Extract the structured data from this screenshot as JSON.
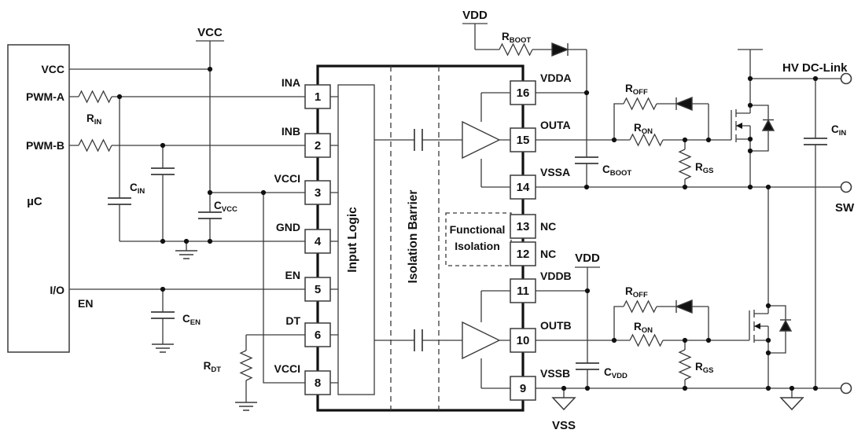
{
  "mcu": {
    "label": "µC",
    "pin_vcc": "VCC",
    "pin_pwma": "PWM-A",
    "pin_pwmb": "PWM-B",
    "pin_io": "I/O",
    "en_net": "EN"
  },
  "supplies": {
    "vcc": "VCC",
    "vdd_top": "VDD",
    "vdd_bottom": "VDD",
    "vss": "VSS"
  },
  "terminals": {
    "hv_dc_link": "HV DC-Link",
    "sw": "SW"
  },
  "ic": {
    "input_logic": "Input Logic",
    "isolation_barrier": "Isolation Barrier",
    "functional_isolation_line1": "Functional",
    "functional_isolation_line2": "Isolation",
    "left_pins": [
      {
        "num": "1",
        "name": "INA"
      },
      {
        "num": "2",
        "name": "INB"
      },
      {
        "num": "3",
        "name": "VCCI"
      },
      {
        "num": "4",
        "name": "GND"
      },
      {
        "num": "5",
        "name": "EN"
      },
      {
        "num": "6",
        "name": "DT"
      },
      {
        "num": "8",
        "name": "VCCI"
      }
    ],
    "right_pins": [
      {
        "num": "16",
        "name": "VDDA"
      },
      {
        "num": "15",
        "name": "OUTA"
      },
      {
        "num": "14",
        "name": "VSSA"
      },
      {
        "num": "13",
        "name": "NC"
      },
      {
        "num": "12",
        "name": "NC"
      },
      {
        "num": "11",
        "name": "VDDB"
      },
      {
        "num": "10",
        "name": "OUTB"
      },
      {
        "num": "9",
        "name": "VSSB"
      }
    ]
  },
  "components": {
    "r_in": {
      "prefix": "R",
      "sub": "IN"
    },
    "c_in_left": {
      "prefix": "C",
      "sub": "IN"
    },
    "c_vcc": {
      "prefix": "C",
      "sub": "VCC"
    },
    "c_en": {
      "prefix": "C",
      "sub": "EN"
    },
    "r_dt": {
      "prefix": "R",
      "sub": "DT"
    },
    "r_boot": {
      "prefix": "R",
      "sub": "BOOT"
    },
    "c_boot": {
      "prefix": "C",
      "sub": "BOOT"
    },
    "c_vdd": {
      "prefix": "C",
      "sub": "VDD"
    },
    "c_in_right": {
      "prefix": "C",
      "sub": "IN"
    },
    "r_off_a": {
      "prefix": "R",
      "sub": "OFF"
    },
    "r_on_a": {
      "prefix": "R",
      "sub": "ON"
    },
    "r_gs_a": {
      "prefix": "R",
      "sub": "GS"
    },
    "r_off_b": {
      "prefix": "R",
      "sub": "OFF"
    },
    "r_on_b": {
      "prefix": "R",
      "sub": "ON"
    },
    "r_gs_b": {
      "prefix": "R",
      "sub": "GS"
    }
  },
  "colors": {
    "wire": "#3a3a3a",
    "bold_outline": "#111111",
    "text": "#111111",
    "background": "#ffffff"
  }
}
